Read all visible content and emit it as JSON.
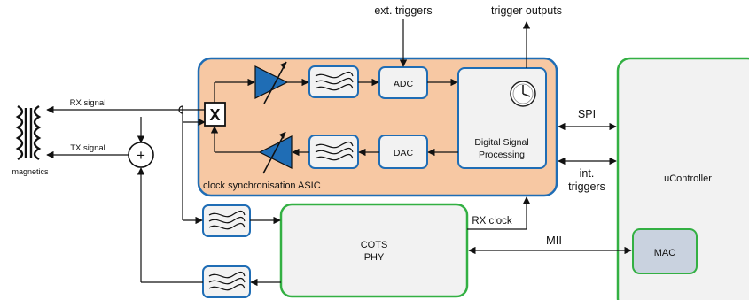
{
  "labels": {
    "ext_triggers": "ext. triggers",
    "trigger_outputs": "trigger outputs",
    "rx_signal": "RX signal",
    "tx_signal": "TX signal",
    "magnetics": "magnetics",
    "adc": "ADC",
    "dac": "DAC",
    "dsp_line1": "Digital Signal",
    "dsp_line2": "Processing",
    "asic_name": "clock synchronisation ASIC",
    "spi": "SPI",
    "int_triggers_line1": "int.",
    "int_triggers_line2": "triggers",
    "ucontroller": "uController",
    "mac": "MAC",
    "rx_clock": "RX clock",
    "mii": "MII",
    "phy_line1": "COTS",
    "phy_line2": "PHY",
    "adder_symbol": "+",
    "mixer_symbol": "X"
  },
  "colors": {
    "asic_fill": "#f7c8a3",
    "blue_border": "#1f6db5",
    "green_border": "#33b043",
    "box_fill": "#f2f2f2",
    "mac_fill": "#c9d2df"
  }
}
